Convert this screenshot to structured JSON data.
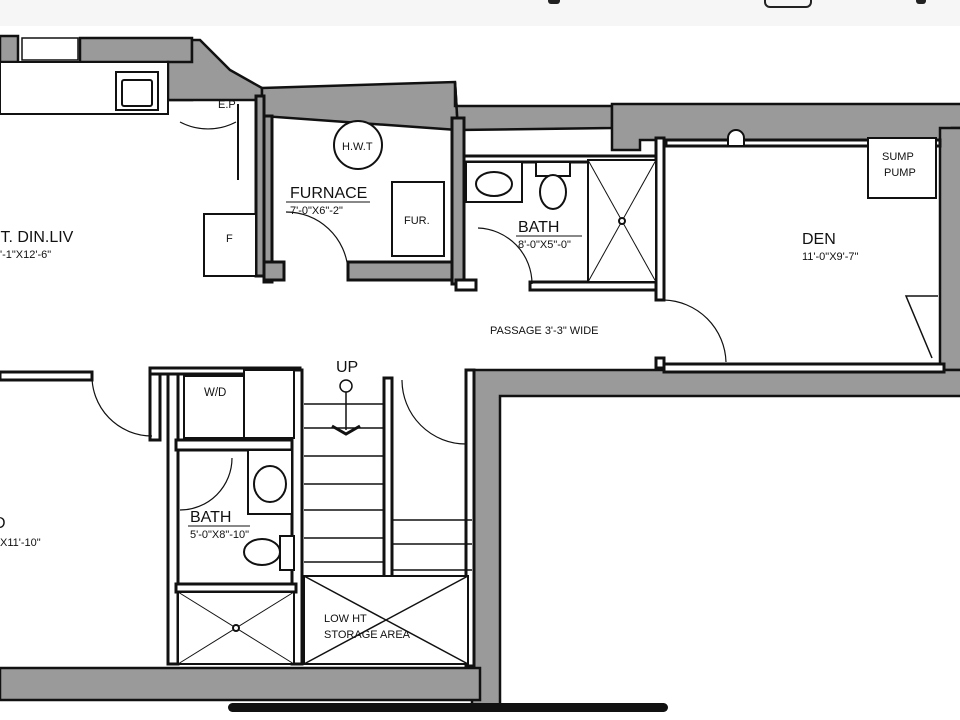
{
  "rooms": {
    "kitchen_din_liv": {
      "name": "IT. DIN.LIV",
      "size": "'-1\"X12'-6\""
    },
    "ep": {
      "name": "E.P"
    },
    "fridge": {
      "name": "F"
    },
    "furnace": {
      "name": "FURNACE",
      "size": "7'-0\"X6\"-2\""
    },
    "hwt": {
      "name": "H.W.T"
    },
    "fur": {
      "name": "FUR."
    },
    "bath_upper": {
      "name": "BATH",
      "size": "8'-0\"X5\"-0\""
    },
    "den": {
      "name": "DEN",
      "size": "11'-0\"X9'-7\""
    },
    "sump": {
      "line1": "SUMP",
      "line2": "PUMP"
    },
    "passage": {
      "name": "PASSAGE 3'-3\" WIDE"
    },
    "wd": {
      "name": "W/D"
    },
    "stairs": {
      "name": "UP"
    },
    "bath_lower": {
      "name": "BATH",
      "size": "5'-0\"X8\"-10\""
    },
    "bedroom": {
      "name": "D",
      "size": "X11'-10\""
    },
    "storage": {
      "line1": "LOW HT",
      "line2": "STORAGE AREA"
    }
  },
  "colors": {
    "wall_fill": "#9a9a9a",
    "line": "#111111",
    "background": "#ffffff"
  }
}
